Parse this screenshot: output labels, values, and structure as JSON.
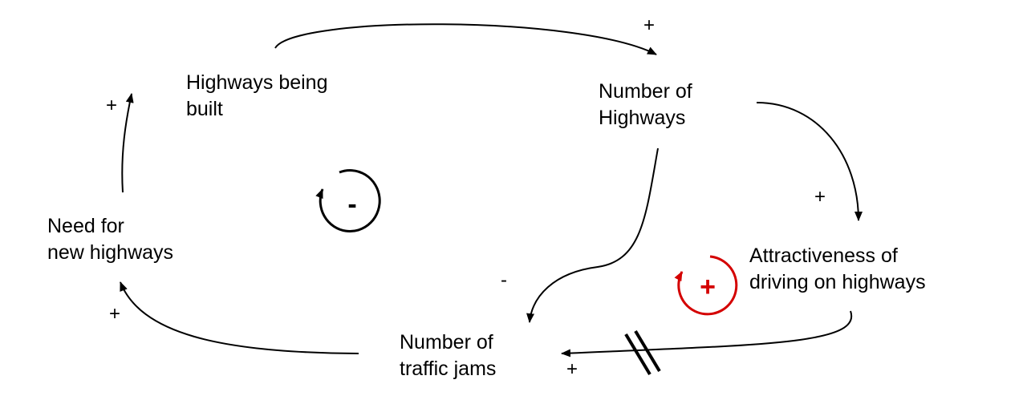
{
  "nodes": {
    "highways_being_built": [
      "Highways being",
      "built"
    ],
    "number_of_highways": [
      "Number of",
      "Highways"
    ],
    "need_for_new_highways": [
      "Need for",
      "new highways"
    ],
    "attractiveness": [
      "Attractiveness of",
      "driving on highways"
    ],
    "traffic_jams": [
      "Number of",
      "traffic jams"
    ]
  },
  "links": {
    "built_to_highways": "+",
    "highways_to_attractiveness": "+",
    "highways_to_jams": "-",
    "attractiveness_to_jams": "+",
    "jams_to_need": "+",
    "need_to_built": "+"
  },
  "loops": {
    "balancing": {
      "sign": "-",
      "color": "#000000"
    },
    "reinforcing": {
      "sign": "+",
      "color": "#d40000"
    }
  }
}
